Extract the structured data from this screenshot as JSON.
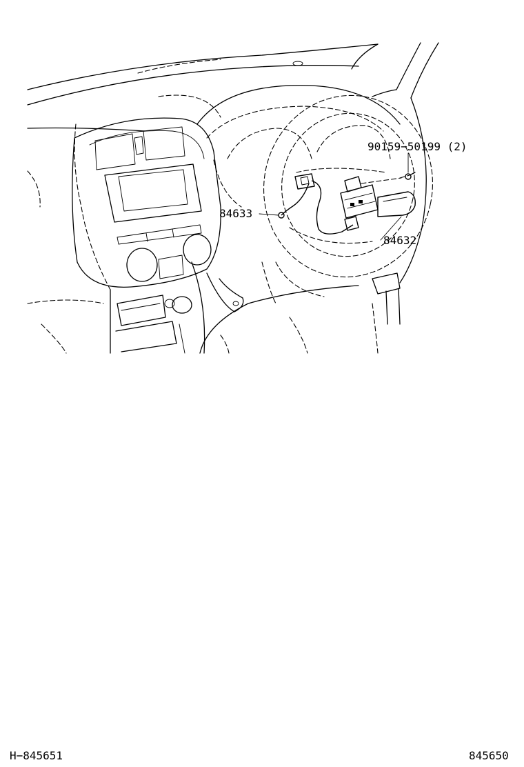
{
  "callouts": {
    "screw_part": "90159−50199 (2)",
    "switch_part": "84632",
    "harness_part": "84633"
  },
  "footer": {
    "illustration_id": "H−845651",
    "page_ref": "845650"
  }
}
